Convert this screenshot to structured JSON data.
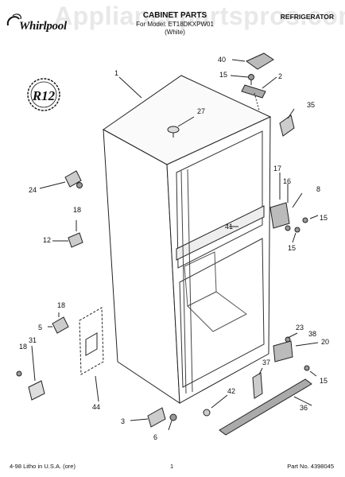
{
  "header": {
    "brand": "Whirlpool",
    "watermark": "Appliancepartspros.com",
    "title": "CABINET PARTS",
    "subtitle": "For Model: ET18DKXPW01",
    "color_line": "(White)",
    "right_label": "REFRIGERATOR"
  },
  "badge": {
    "text": "R12"
  },
  "callouts": [
    "1",
    "2",
    "3",
    "5",
    "6",
    "8",
    "12",
    "15",
    "15",
    "15",
    "15",
    "16",
    "17",
    "18",
    "18",
    "18",
    "20",
    "23",
    "24",
    "27",
    "31",
    "35",
    "36",
    "37",
    "38",
    "40",
    "41",
    "42",
    "44"
  ],
  "footer": {
    "left": "4-98 Litho in U.S.A. (ore)",
    "center": "1",
    "right": "Part No. 4398045"
  }
}
